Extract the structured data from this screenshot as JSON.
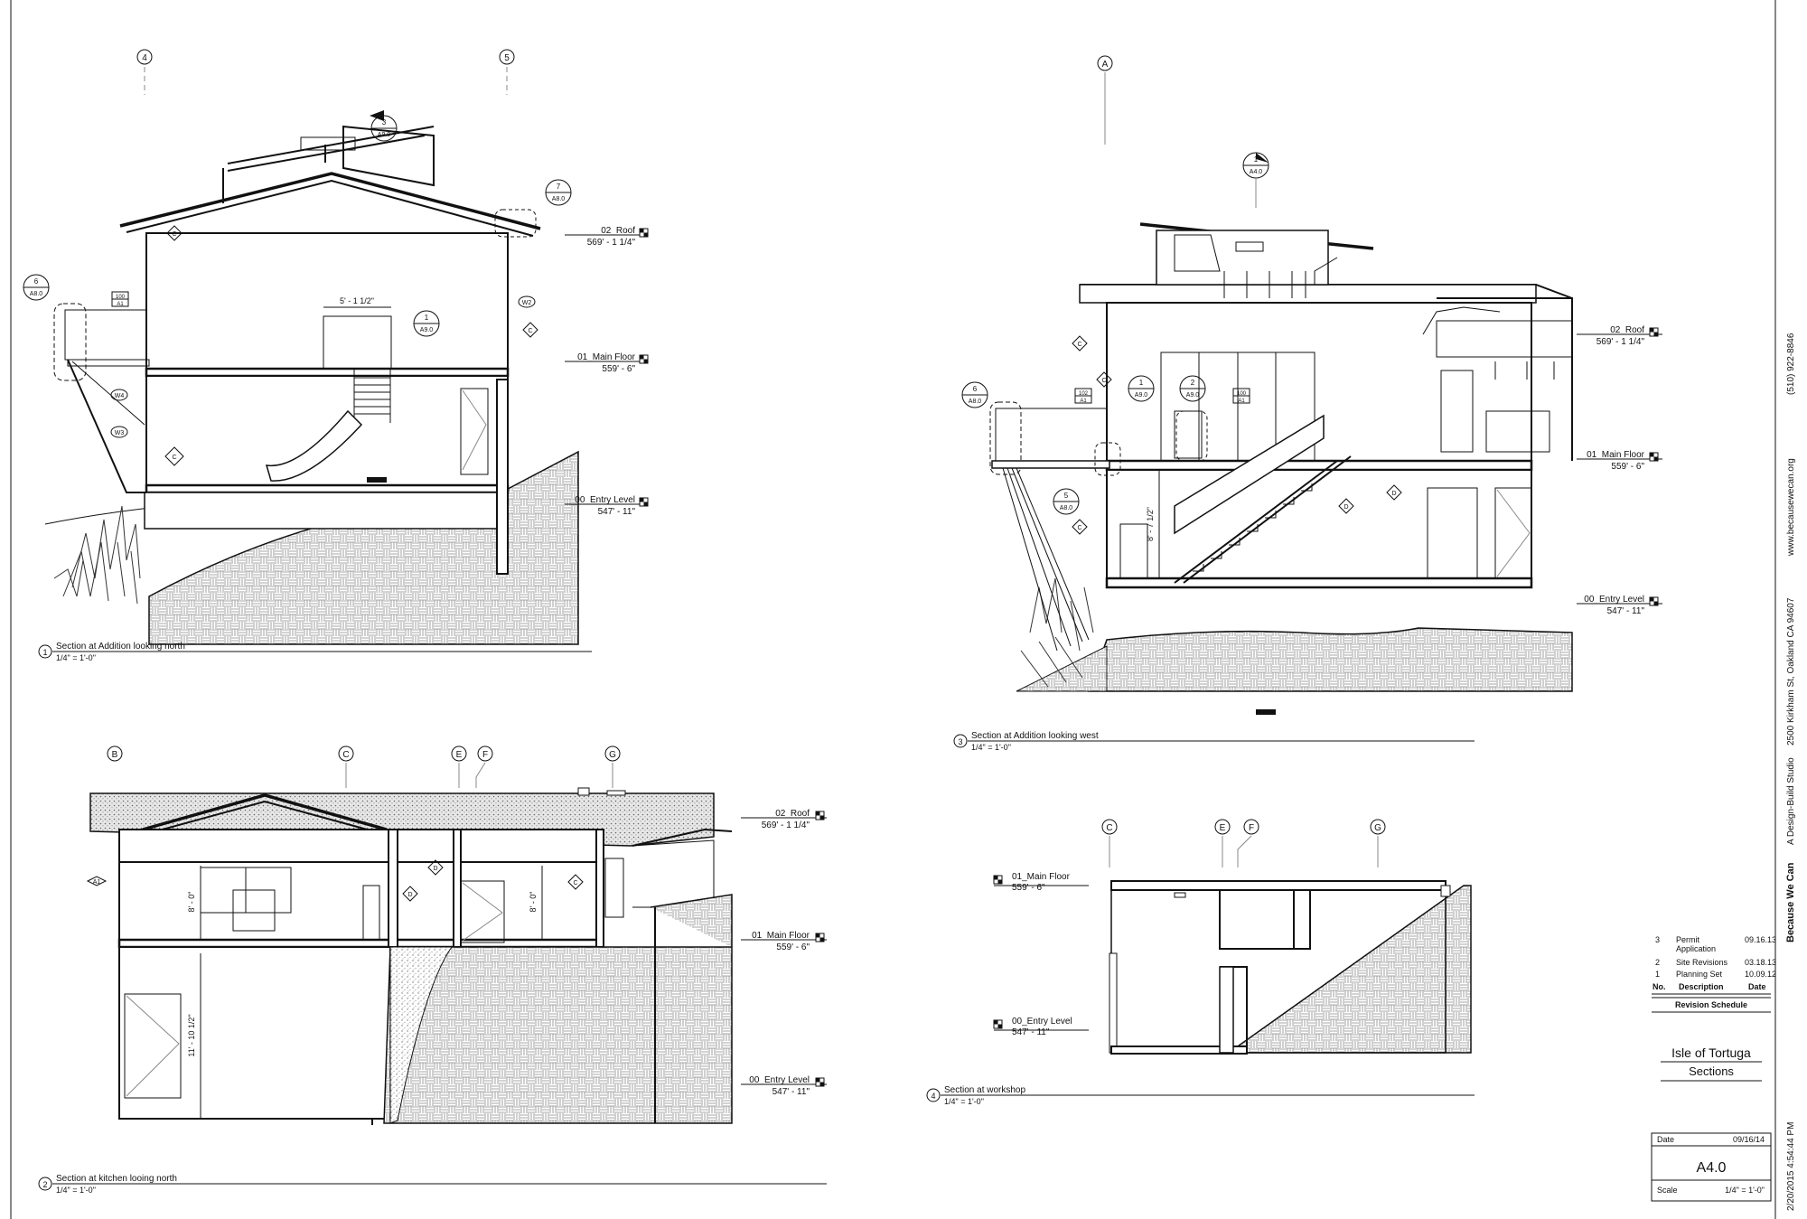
{
  "sheet": {
    "firm": {
      "name": "Because We Can",
      "tagline": "A Design-Build Studio",
      "address": "2500 Kirkham St, Oakland CA 94607",
      "web": "www.becausewecan.org",
      "phone": "(510) 922-8846"
    },
    "revision_schedule": {
      "title": "Revision Schedule",
      "headers": {
        "no": "No.",
        "description": "Description",
        "date": "Date"
      },
      "rows": [
        {
          "no": "3",
          "description_line1": "Permit",
          "description_line2": "Application",
          "date": "09.16.13"
        },
        {
          "no": "2",
          "description_line1": "Site Revisions",
          "description_line2": "",
          "date": "03.18.13"
        },
        {
          "no": "1",
          "description_line1": "Planning Set",
          "description_line2": "",
          "date": "10.09.12"
        }
      ]
    },
    "project_name": "Isle of Tortuga",
    "sheet_title": "Sections",
    "date_label": "Date",
    "date_value": "09/16/14",
    "sheet_number": "A4.0",
    "scale_label": "Scale",
    "scale_value": "1/4\" = 1'-0\"",
    "print_stamp": "2/20/2015 4:54:44 PM"
  },
  "sections": {
    "s1": {
      "number": "1",
      "title": "Section at Addition looking north",
      "scale": "1/4\" = 1'-0\"",
      "grid": [
        "4",
        "5"
      ],
      "levels": [
        {
          "name": "02_Roof",
          "elev": "569' - 1 1/4\""
        },
        {
          "name": "01_Main Floor",
          "elev": "559' - 6\""
        },
        {
          "name": "00_Entry Level",
          "elev": "547' - 11\""
        }
      ],
      "dim": "5' - 1 1/2\"",
      "callouts": [
        {
          "top": "3",
          "bottom": "A9.0"
        },
        {
          "top": "7",
          "bottom": "A8.0"
        },
        {
          "top": "6",
          "bottom": "A8.0"
        },
        {
          "top": "1",
          "bottom": "A9.0"
        }
      ],
      "tags": {
        "c": "C",
        "w2": "W2",
        "w3": "W3",
        "w4": "W4",
        "door_top": "100",
        "door_bot": "A1"
      }
    },
    "s2": {
      "number": "2",
      "title": "Section at kitchen looing north",
      "scale": "1/4\" = 1'-0\"",
      "grid": [
        "B",
        "C",
        "E",
        "F",
        "G"
      ],
      "levels": [
        {
          "name": "02_Roof",
          "elev": "569' - 1 1/4\""
        },
        {
          "name": "01_Main Floor",
          "elev": "559' - 6\""
        },
        {
          "name": "00_Entry Level",
          "elev": "547' - 11\""
        }
      ],
      "dims": [
        "8' - 0\"",
        "8' - 0\"",
        "11' - 10 1/2\""
      ],
      "tags": {
        "a1": "A1",
        "d": "D",
        "c": "C"
      }
    },
    "s3": {
      "number": "3",
      "title": "Section at Addition looking west",
      "scale": "1/4\" = 1'-0\"",
      "grid": [
        "A"
      ],
      "levels": [
        {
          "name": "02_Roof",
          "elev": "569' - 1 1/4\""
        },
        {
          "name": "01_Main Floor",
          "elev": "559' - 6\""
        },
        {
          "name": "00_Entry Level",
          "elev": "547' - 11\""
        }
      ],
      "dim": "8' - 7 1/2\"",
      "callouts": [
        {
          "top": "1",
          "bottom": "A4.0"
        },
        {
          "top": "6",
          "bottom": "A8.0"
        },
        {
          "top": "5",
          "bottom": "A8.0"
        },
        {
          "top": "1",
          "bottom": "A9.0"
        },
        {
          "top": "2",
          "bottom": "A9.0"
        }
      ],
      "tags": {
        "c": "C",
        "d": "D",
        "door_top": "100",
        "door_bot": "A1",
        "win_top": "102",
        "win_bot": "A1"
      }
    },
    "s4": {
      "number": "4",
      "title": "Section at workshop",
      "scale": "1/4\" = 1'-0\"",
      "grid": [
        "C",
        "E",
        "F",
        "G"
      ],
      "levels": [
        {
          "name": "01_Main Floor",
          "elev": "559' - 6\""
        },
        {
          "name": "00_Entry Level",
          "elev": "547' - 11\""
        }
      ]
    }
  }
}
